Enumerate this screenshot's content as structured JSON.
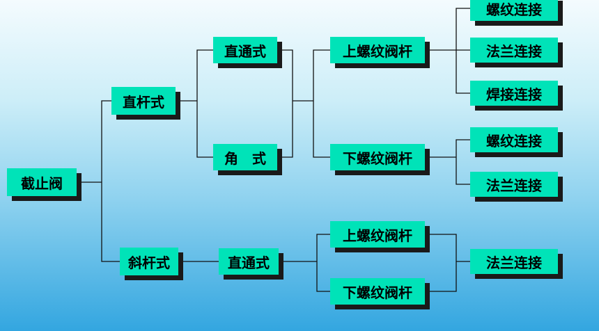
{
  "nodes": {
    "root": "截止阀",
    "straight_stem": "直杆式",
    "inclined_stem": "斜杆式",
    "straight_through_a": "直通式",
    "angle_type": "角　式",
    "straight_through_b": "直通式",
    "upper_thread_a": "上螺纹阀杆",
    "lower_thread_a": "下螺纹阀杆",
    "upper_thread_b": "上螺纹阀杆",
    "lower_thread_b": "下螺纹阀杆",
    "threaded_1": "螺纹连接",
    "flange_1": "法兰连接",
    "welded_1": "焊接连接",
    "threaded_2": "螺纹连接",
    "flange_2": "法兰连接",
    "flange_3": "法兰连接"
  },
  "colors": {
    "node_fill": "#00e3b8",
    "node_shadow": "#1a1a1a",
    "line": "#111111"
  }
}
